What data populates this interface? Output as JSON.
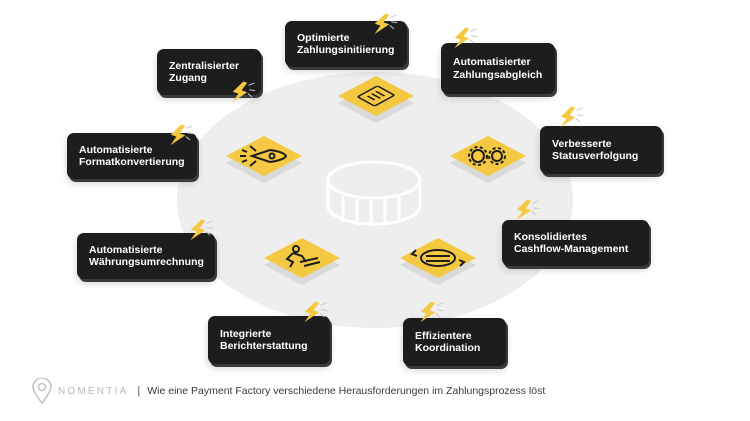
{
  "colors": {
    "accent": "#f5c842",
    "box": "#1d1d1d",
    "background_circle": "#eeeeee"
  },
  "center": {
    "icon": "coin-stack-icon"
  },
  "challenges": [
    {
      "id": "zahlungsinitiierung",
      "lines": [
        "Optimierte",
        "Zahlungsinitiierung"
      ]
    },
    {
      "id": "zahlungsabgleich",
      "lines": [
        "Automatisierter",
        "Zahlungsabgleich"
      ]
    },
    {
      "id": "statusverfolgung",
      "lines": [
        "Verbesserte",
        "Statusverfolgung"
      ]
    },
    {
      "id": "cashflow",
      "lines": [
        "Konsolidiertes",
        "Cashflow-Management"
      ]
    },
    {
      "id": "koordination",
      "lines": [
        "Effizientere",
        "Koordination"
      ]
    },
    {
      "id": "berichterstattung",
      "lines": [
        "Integrierte",
        "Berichterstattung"
      ]
    },
    {
      "id": "waehrungsumrechnung",
      "lines": [
        "Automatisierte",
        "Währungsumrechnung"
      ]
    },
    {
      "id": "formatkonvertierung",
      "lines": [
        "Automatisierte",
        "Formatkonvertierung"
      ]
    },
    {
      "id": "zugang",
      "lines": [
        "Zentralisierter",
        "Zugang"
      ]
    }
  ],
  "tiles": [
    {
      "id": "document",
      "icon": "document-checklist-icon"
    },
    {
      "id": "gears",
      "icon": "gears-icon"
    },
    {
      "id": "transfer",
      "icon": "exchange-arrows-icon"
    },
    {
      "id": "runner",
      "icon": "runner-icon"
    },
    {
      "id": "rocket",
      "icon": "rocket-icon"
    }
  ],
  "footer": {
    "brand": "NOMENTIA",
    "separator": "|",
    "caption": "Wie eine Payment Factory verschiedene Herausforderungen im Zahlungsprozess löst",
    "logo_icon": "location-pin-logo-icon"
  }
}
